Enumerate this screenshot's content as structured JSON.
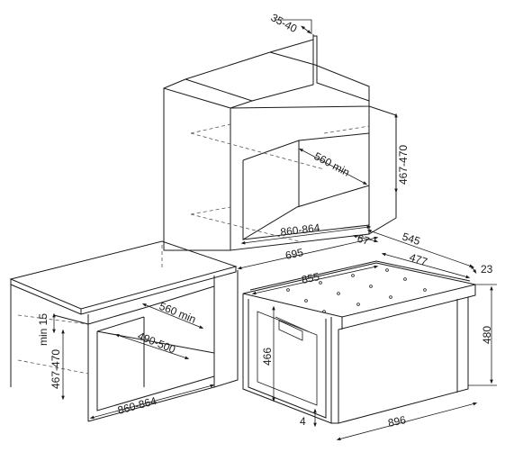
{
  "dimensions": {
    "top_gap": "35-40",
    "column_height": "467-470",
    "column_depth": "560 min",
    "column_width": "860-864",
    "undercounter_min": "min 15",
    "undercounter_height": "467-470",
    "undercounter_depth": "560 min",
    "undercounter_inner": "490-500",
    "undercounter_width": "860-864",
    "oven_total_depth": "695",
    "oven_front_depth": "67",
    "oven_depth": "545",
    "oven_body_depth": "477",
    "oven_door_offset": "23",
    "oven_body_width": "855",
    "oven_front_width": "896",
    "oven_front_height": "480",
    "oven_body_height": "466",
    "oven_bottom": "4"
  }
}
